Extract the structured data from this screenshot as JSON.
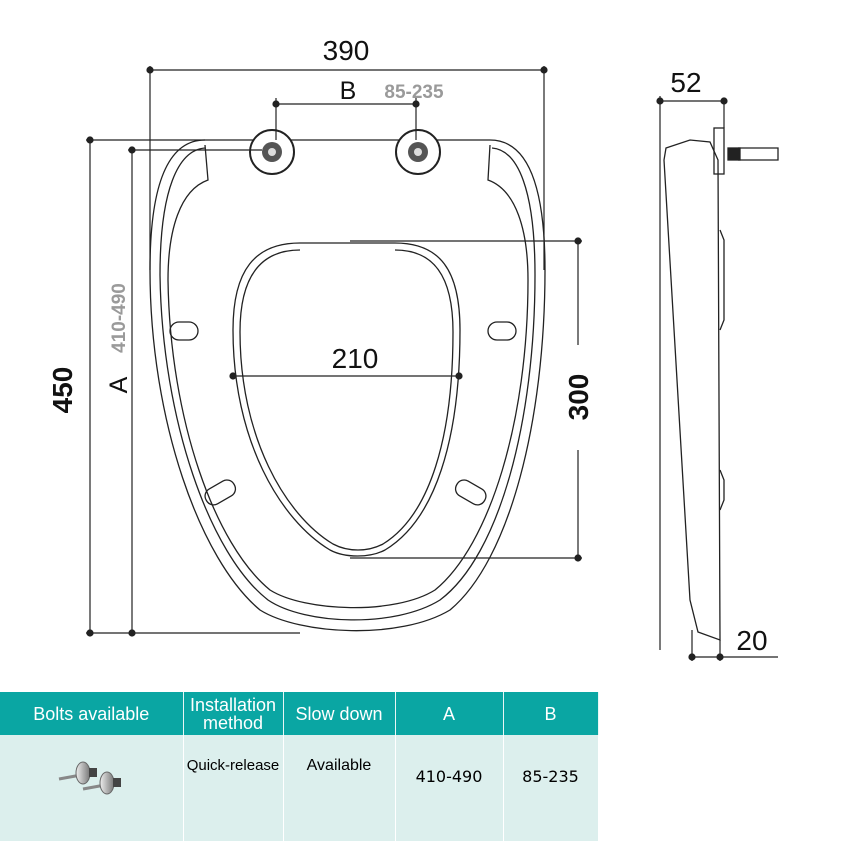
{
  "dimensions": {
    "width": "390",
    "b_label": "B",
    "b_range": "85-235",
    "length": "450",
    "a_label": "A",
    "a_range": "410-490",
    "opening_width": "210",
    "opening_length": "300",
    "thickness": "52",
    "lid_thickness": "20"
  },
  "table": {
    "headers": [
      "Bolts available",
      "Installation method",
      "Slow down",
      "A",
      "B"
    ],
    "row": {
      "bolts_icon": "hinge-bolts-image",
      "installation": "Quick-release",
      "slow_down": "Available",
      "a": "410-490",
      "b": "85-235"
    }
  }
}
